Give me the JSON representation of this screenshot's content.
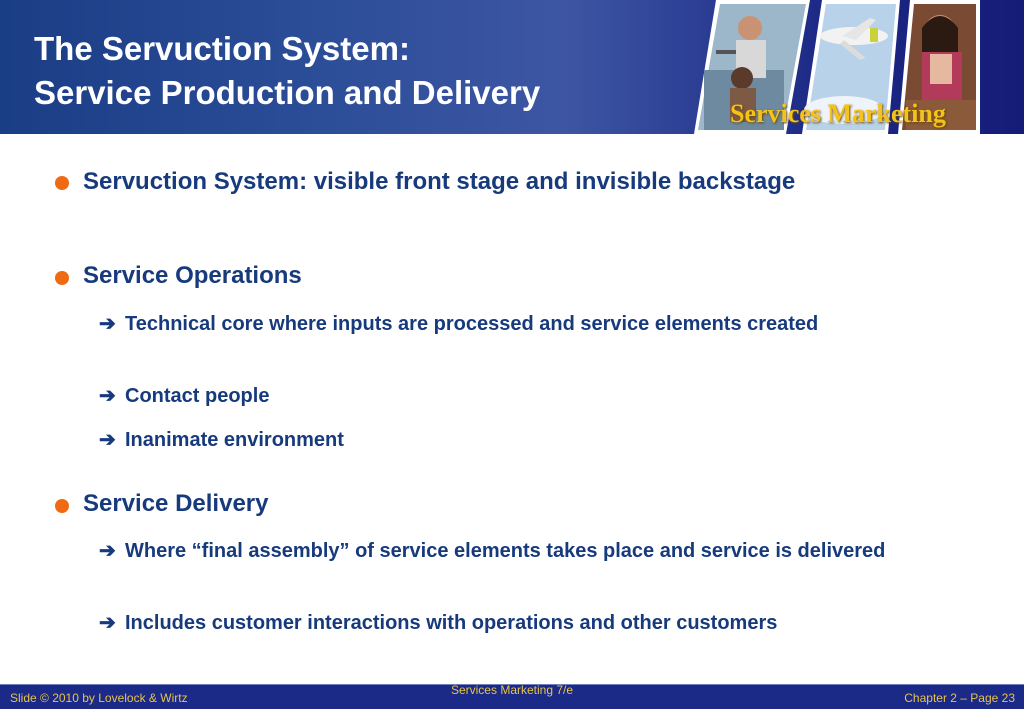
{
  "header": {
    "title_line1": "The Servuction System:",
    "title_line2": "Service Production and Delivery",
    "brand": "Services Marketing"
  },
  "bullets": [
    {
      "text": "Servuction System: visible front stage and invisible backstage",
      "subs": []
    },
    {
      "text": "Service Operations",
      "subs": [
        "Technical core where inputs are processed and service elements created",
        "Contact people",
        "Inanimate environment"
      ]
    },
    {
      "text": "Service Delivery",
      "subs": [
        "Where “final assembly” of service elements takes place and service is delivered",
        "Includes customer interactions with operations and other customers"
      ]
    }
  ],
  "footer": {
    "left": "Slide © 2010 by Lovelock & Wirtz",
    "center": "Services Marketing 7/e",
    "right": "Chapter 2 – Page 23"
  },
  "colors": {
    "header_blue": "#2b4d97",
    "text_blue": "#173a7d",
    "bullet_orange": "#ef6a12",
    "brand_gold": "#f4c21a",
    "footer_bg": "#1a2a86"
  },
  "icons": {
    "bullet": "orange-dot",
    "sub_bullet": "right-arrow"
  }
}
